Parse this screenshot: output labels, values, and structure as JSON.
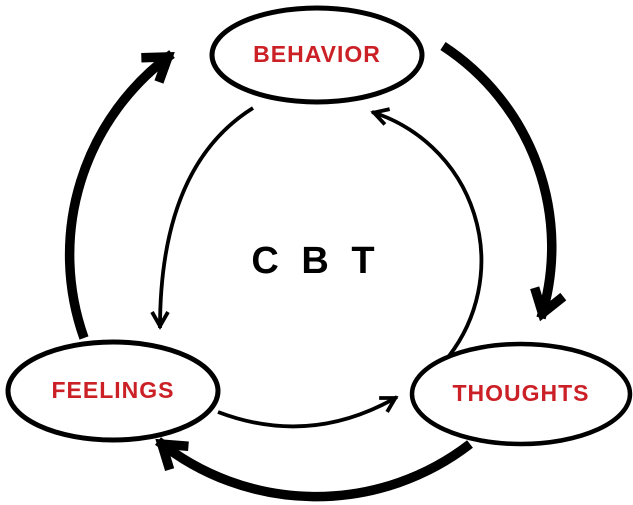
{
  "diagram": {
    "center_label": "C B T",
    "nodes": [
      {
        "id": "behavior",
        "label": "BEHAVIOR"
      },
      {
        "id": "feelings",
        "label": "FEELINGS"
      },
      {
        "id": "thoughts",
        "label": "THOUGHTS"
      }
    ],
    "outer_cycle": {
      "style": "thick",
      "direction": "clockwise",
      "edges": [
        {
          "from": "FEELINGS",
          "to": "BEHAVIOR"
        },
        {
          "from": "BEHAVIOR",
          "to": "THOUGHTS"
        },
        {
          "from": "THOUGHTS",
          "to": "FEELINGS"
        }
      ]
    },
    "inner_cycle": {
      "style": "thin",
      "direction": "counterclockwise",
      "edges": [
        {
          "from": "BEHAVIOR",
          "to": "FEELINGS"
        },
        {
          "from": "FEELINGS",
          "to": "THOUGHTS"
        },
        {
          "from": "THOUGHTS",
          "to": "BEHAVIOR"
        }
      ]
    }
  },
  "colors": {
    "ink": "#000000",
    "node_label": "#CB2026",
    "center_label": "#000000",
    "background": "#FFFFFF"
  }
}
